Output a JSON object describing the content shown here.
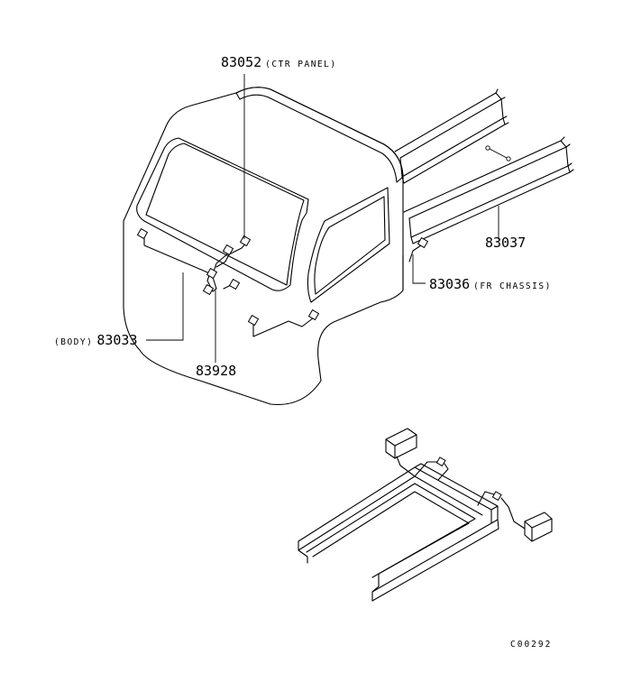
{
  "callouts": {
    "ctr_panel": {
      "number": "83052",
      "note": "(CTR PANEL)"
    },
    "harness": {
      "number": "83037"
    },
    "fr_chassis": {
      "number": "83036",
      "note": "(FR CHASSIS)"
    },
    "body": {
      "prefix": "(BODY)",
      "number": "83033"
    },
    "sub": {
      "number": "83928"
    }
  },
  "drawing_code": "C00292"
}
